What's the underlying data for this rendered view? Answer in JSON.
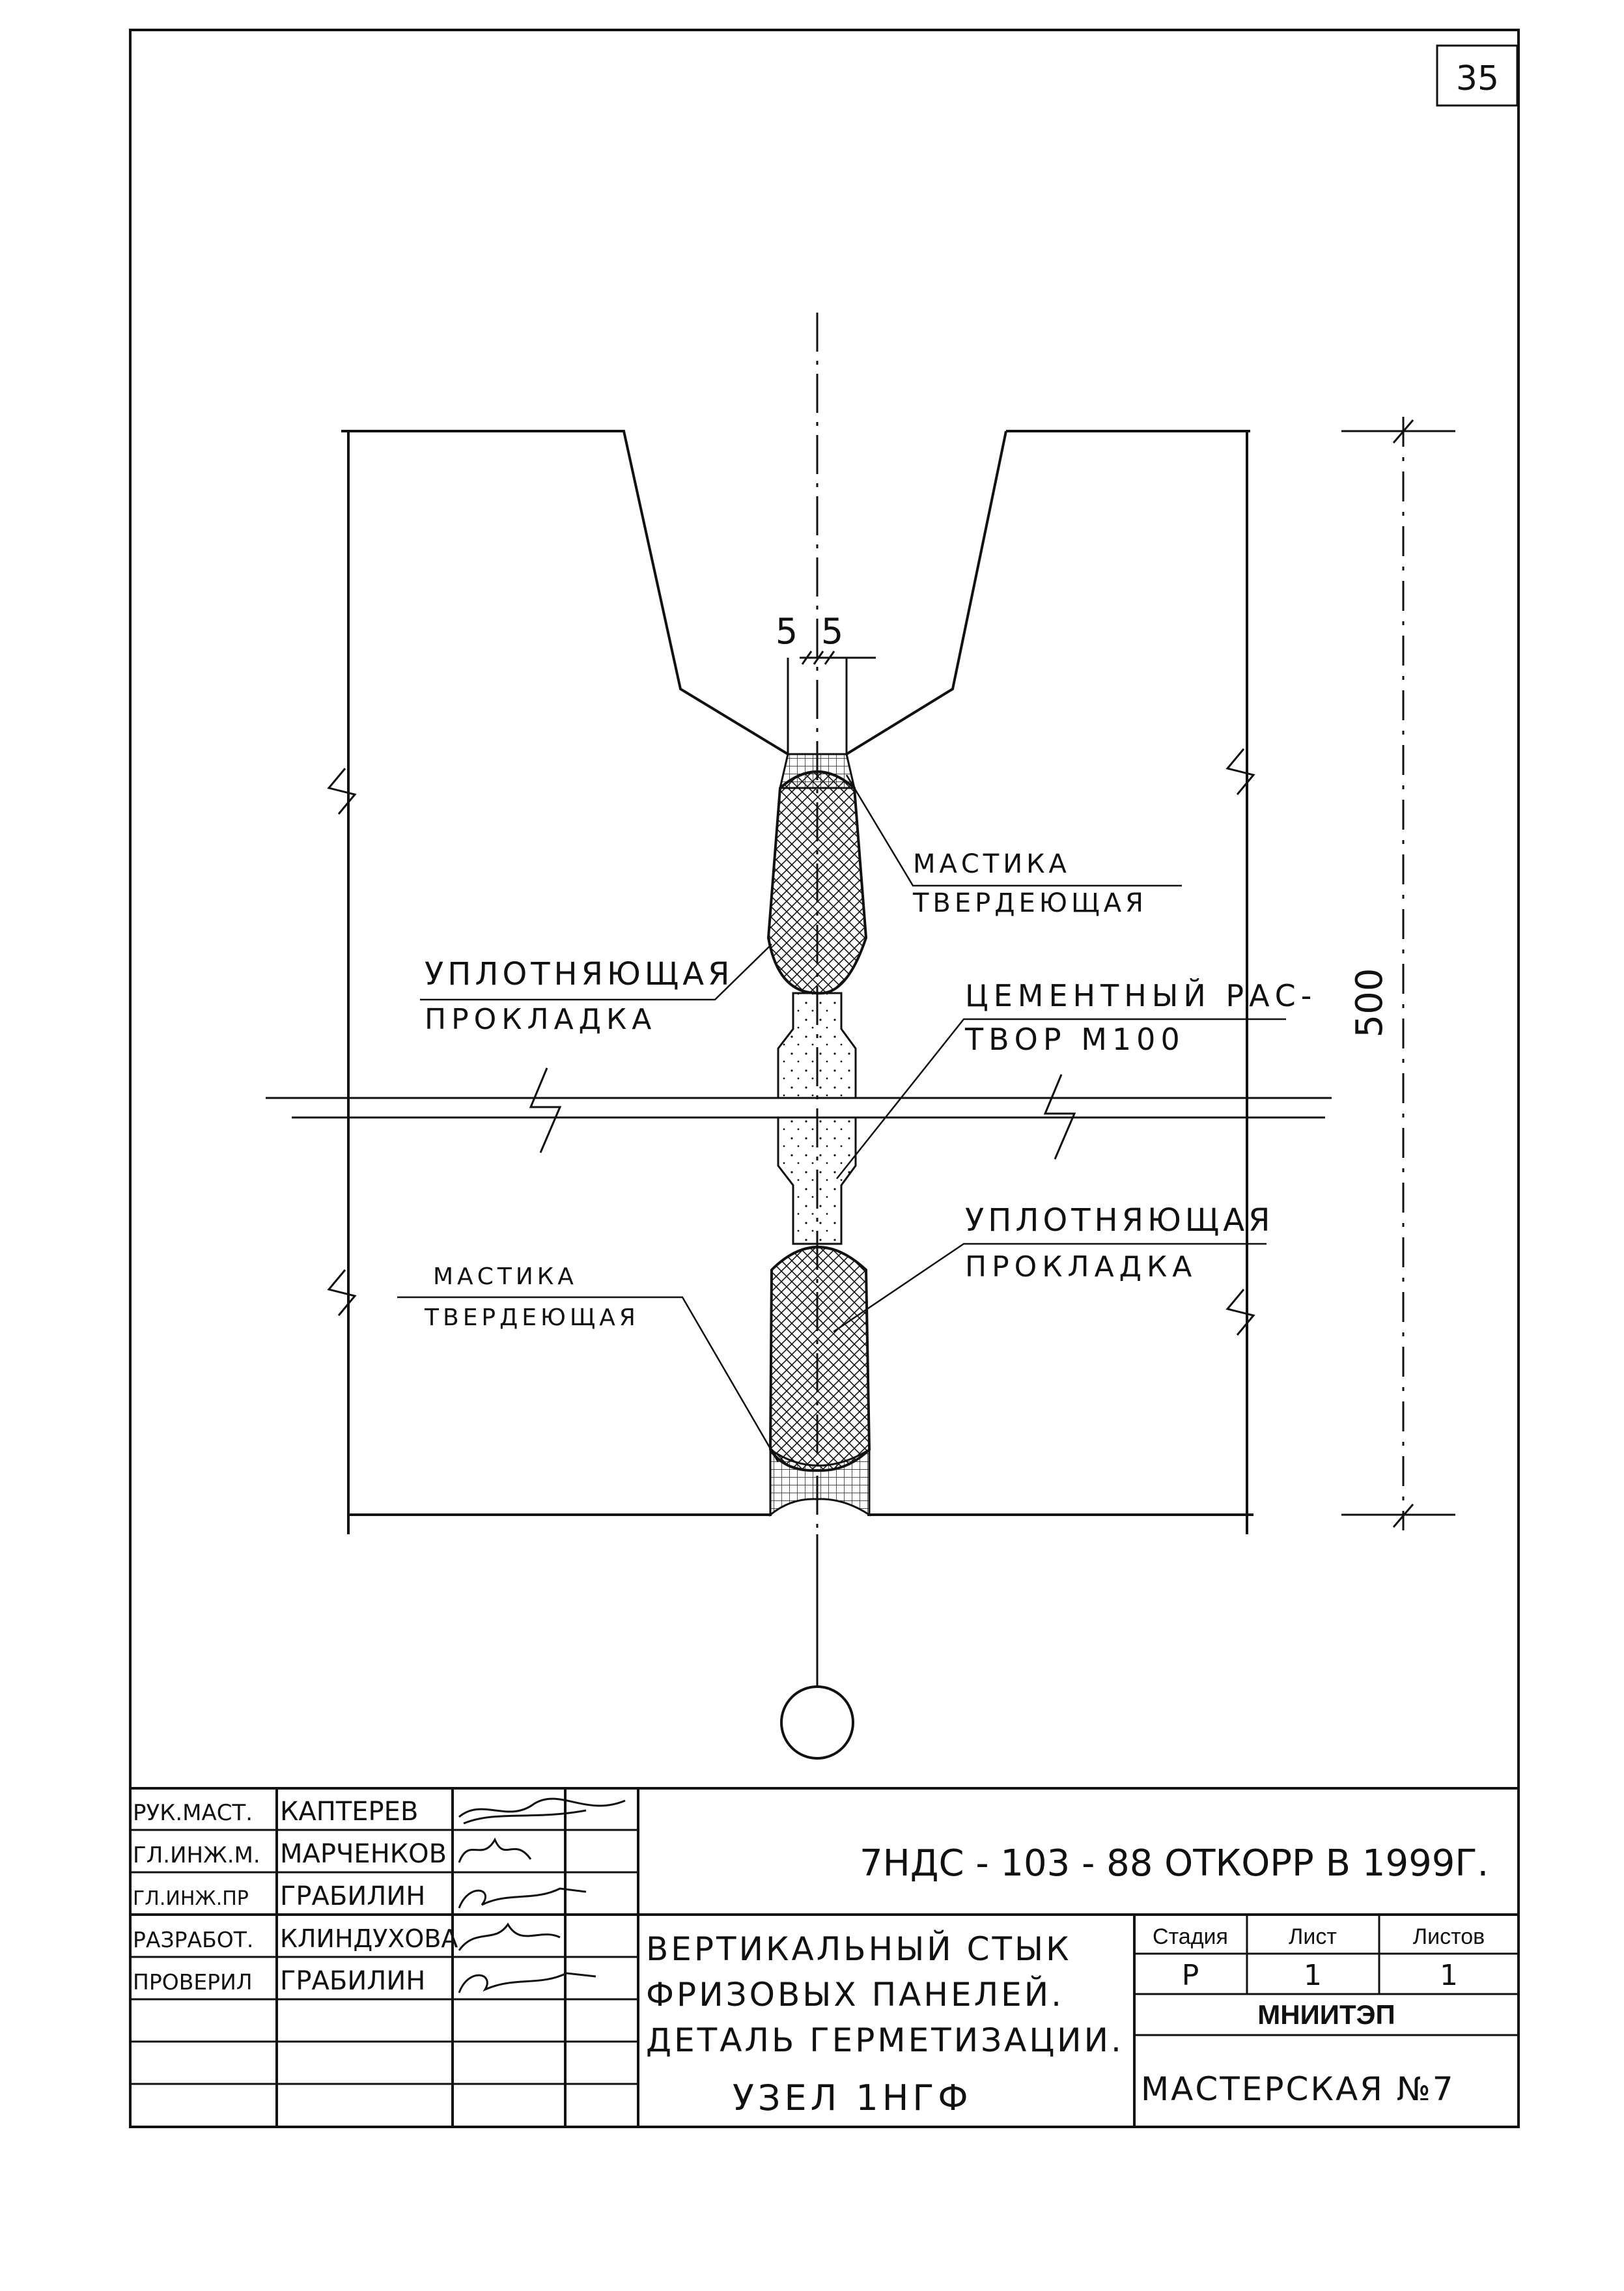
{
  "sheet": {
    "number": "35"
  },
  "dimensions": {
    "gap_left": "5",
    "gap_right": "5",
    "height": "500"
  },
  "labels": {
    "mastic_top_1": "МАСТИКА",
    "mastic_top_2": "ТВЕРДЕЮЩАЯ",
    "gasket_top_1": "УПЛОТНЯЮЩАЯ",
    "gasket_top_2": "ПРОКЛАДКА",
    "mortar_1": "ЦЕМЕНТНЫЙ  РАС-",
    "mortar_2": "ТВОР  М100",
    "gasket_bottom_1": "УПЛОТНЯЮЩАЯ",
    "gasket_bottom_2": "ПРОКЛАДКА",
    "mastic_bottom_1": "МАСТИКА",
    "mastic_bottom_2": "ТВЕРДЕЮЩАЯ"
  },
  "title_block": {
    "code": "7НДС - 103 - 88  ОТКОРР  В 1999Г.",
    "roles": [
      {
        "role": "РУК.МАСТ.",
        "name": "КАПТЕРЕВ"
      },
      {
        "role": "ГЛ.ИНЖ.М.",
        "name": "МАРЧЕНКОВ"
      },
      {
        "role": "ГЛ.ИНЖ.ПР",
        "name": "ГРАБИЛИН"
      },
      {
        "role": "РАЗРАБОТ.",
        "name": "КЛИНДУХОВА"
      },
      {
        "role": "ПРОВЕРИЛ",
        "name": "ГРАБИЛИН"
      }
    ],
    "description_1": "ВЕРТИКАЛЬНЫЙ  СТЫК",
    "description_2": "ФРИЗОВЫХ  ПАНЕЛЕЙ.",
    "description_3": "ДЕТАЛЬ  ГЕРМЕТИЗАЦИИ.",
    "node": "УЗЕЛ  1НГФ",
    "stage_header": "Стадия",
    "sheet_header": "Лист",
    "sheets_header": "Листов",
    "stage": "Р",
    "sheet": "1",
    "sheets": "1",
    "org": "МНИИТЭП",
    "workshop": "МАСТЕРСКАЯ №7"
  },
  "colors": {
    "ink": "#111111",
    "paper": "#ffffff"
  }
}
